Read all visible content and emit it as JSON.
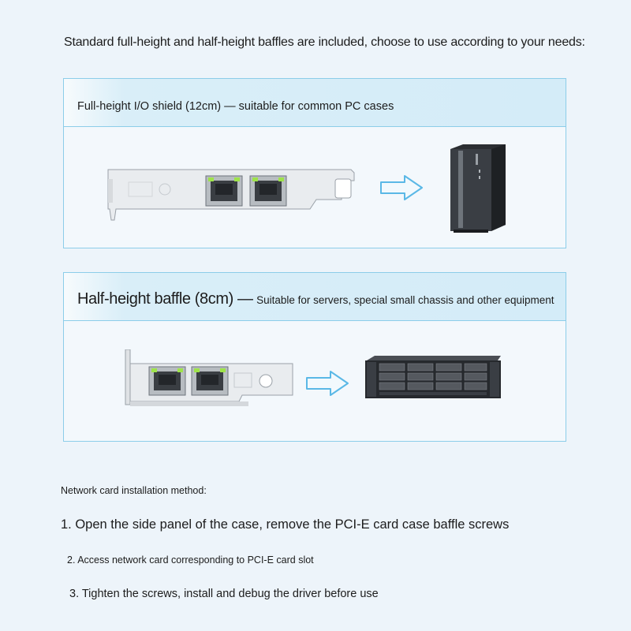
{
  "intro": "Standard full-height and half-height baffles are included, choose to use according to your needs:",
  "full_height": {
    "heading": "Full-height I/O shield (12cm) — suitable for common PC cases"
  },
  "half_height": {
    "heading_main": "Half-height baffle (8cm) —",
    "heading_detail": "Suitable for servers, special small chassis and other equipment"
  },
  "installation": {
    "title": "Network card installation method:",
    "steps": [
      "1. Open the side panel of the case, remove the PCI-E card case baffle screws",
      "2. Access network card corresponding to PCI-E card slot",
      "3. Tighten the screws, install and debug the driver before use"
    ]
  },
  "colors": {
    "border": "#8ccde9",
    "header_bg": "#d4ecf8",
    "arrow": "#5ab8e6",
    "led_green": "#9ee34a"
  },
  "icons": [
    "network-card-icon",
    "rj45-port-icon",
    "arrow-right-icon",
    "pc-tower-icon",
    "rack-server-icon"
  ]
}
